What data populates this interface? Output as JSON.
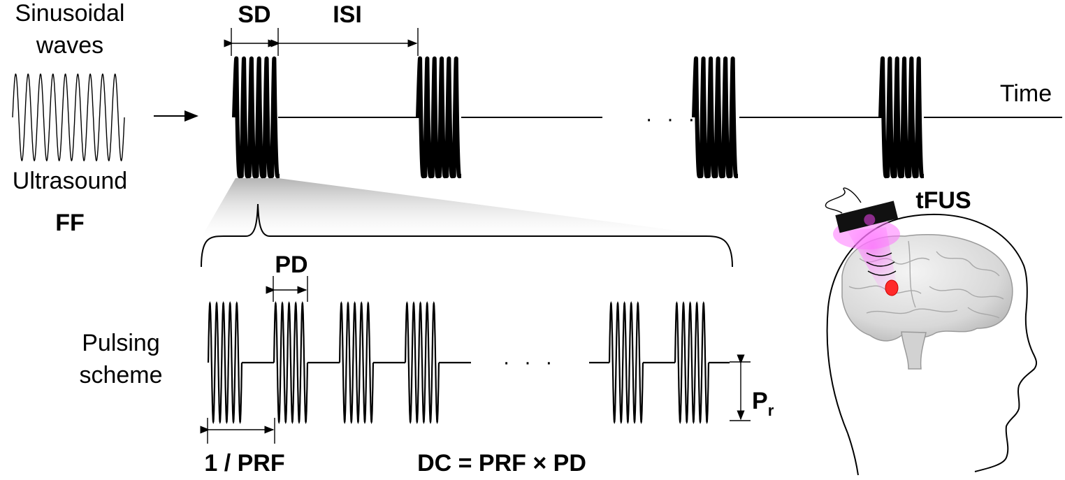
{
  "left": {
    "title_line1": "Sinusoidal",
    "title_line2": "waves",
    "carrier_line1": "Ultrasound",
    "carrier_line2": "FF"
  },
  "timeline": {
    "sd_label": "SD",
    "isi_label": "ISI",
    "time_label": "Time",
    "ellipsis": "· · ·"
  },
  "pulsing": {
    "scheme_line1": "Pulsing",
    "scheme_line2": "scheme",
    "pd_label": "PD",
    "prf_label": "1 / PRF",
    "dc_label": "DC = PRF × PD",
    "pressure_label": "P",
    "pressure_sub": "r",
    "ellipsis": "· · ·"
  },
  "device": {
    "label": "tFUS",
    "colors": {
      "transducer": "#111111",
      "beam": "#ff66ff",
      "focus": "#ff2a2a"
    },
    "icons": [
      "brain-icon",
      "head-outline-icon",
      "transducer-icon"
    ]
  }
}
